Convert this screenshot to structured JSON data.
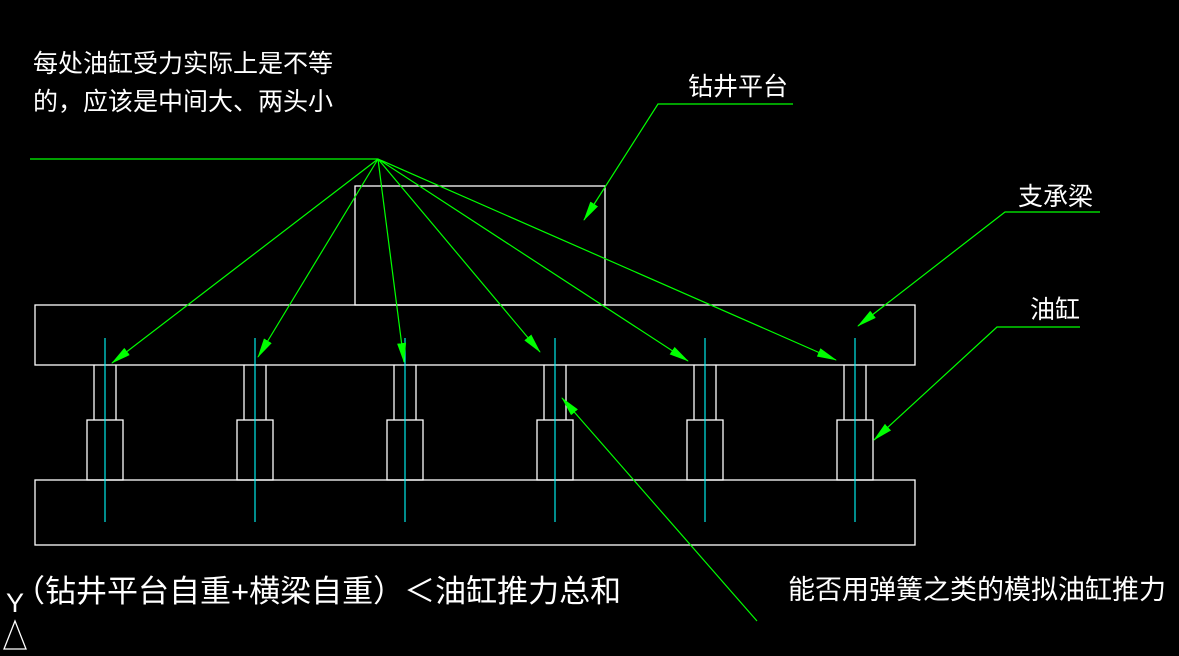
{
  "colors": {
    "background": "#000000",
    "drawing": "#ffffff",
    "annotation": "#00ff00",
    "centerline": "#00ffff",
    "text": "#ffffff"
  },
  "notes": {
    "force_note_line1": "每处油缸受力实际上是不等",
    "force_note_line2": "的，应该是中间大、两头小",
    "formula": "（钻井平台自重+横梁自重）＜油缸推力总和",
    "spring_note": "能否用弹簧之类的模拟油缸推力"
  },
  "labels": {
    "platform": "钻井平台",
    "beam": "支承梁",
    "cylinder": "油缸",
    "axis_y": "Y"
  }
}
